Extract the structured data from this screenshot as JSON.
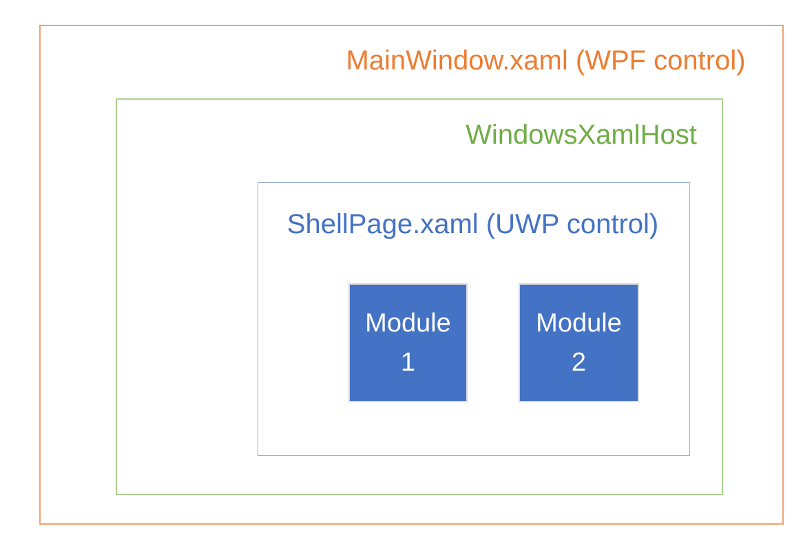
{
  "diagram": {
    "outer_box": {
      "label": "MainWindow.xaml (WPF control)",
      "text_color": "#ED7D31",
      "border_color": "#F2A16C"
    },
    "host_box": {
      "label": "WindowsXamlHost",
      "text_color": "#70AD47",
      "border_color": "#A9D08E"
    },
    "shell_box": {
      "label": "ShellPage.xaml (UWP control)",
      "text_color": "#4472C4",
      "border_color": "#97ADD5"
    },
    "modules": [
      {
        "label": "Module\n1",
        "fill_color": "#4472C4",
        "border_color": "#D9D9D9",
        "text_color": "#FFFFFF"
      },
      {
        "label": "Module\n2",
        "fill_color": "#4472C4",
        "border_color": "#D9D9D9",
        "text_color": "#FFFFFF"
      }
    ],
    "background_color": "#FFFFFF"
  }
}
